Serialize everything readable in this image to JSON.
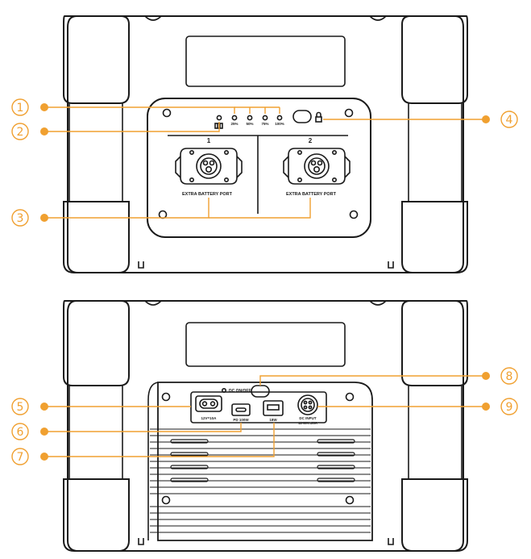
{
  "accent_color": "#f0a030",
  "outline_color": "#1a1a1a",
  "callouts": [
    "1",
    "2",
    "3",
    "4",
    "5",
    "6",
    "7",
    "8",
    "9"
  ],
  "top_unit": {
    "led_levels": [
      "25%",
      "50%",
      "75%",
      "100%"
    ],
    "port_numbers": [
      "1",
      "2"
    ],
    "port_label": "EXTRA BATTERY PORT"
  },
  "bottom_unit": {
    "dc_switch_label": "DC ON/OFF",
    "car_port_label": "12V=10A",
    "usbc_label": "PD 100W",
    "usba_label": "18W",
    "dc_input_label": "DC INPUT",
    "dc_input_spec": "12-60V=20A"
  }
}
